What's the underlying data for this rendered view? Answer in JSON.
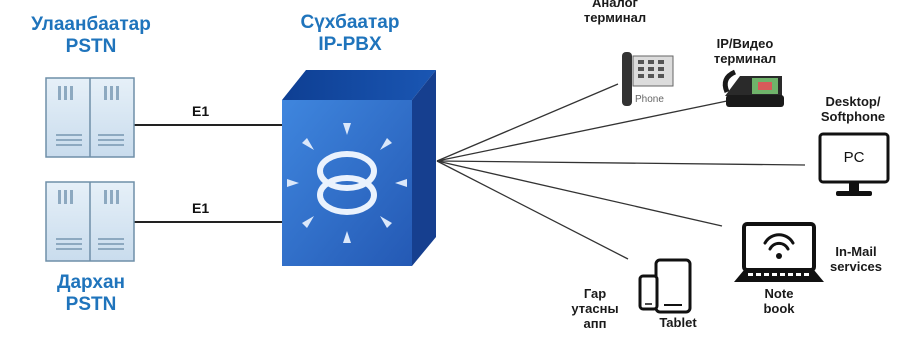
{
  "pstn_top": {
    "line1": "Улаанбаатар",
    "line2": "PSTN"
  },
  "pstn_bottom": {
    "line1": "Дархан",
    "line2": "PSTN"
  },
  "pbx": {
    "line1": "Сүхбаатар",
    "line2": "IP-PBX"
  },
  "links": {
    "e1_top": "E1",
    "e1_bottom": "E1"
  },
  "analog": {
    "line1": "Аналог",
    "line2": "терминал",
    "phone_text": "Phone"
  },
  "ipvideo": {
    "line1": "IP/Видео",
    "line2": "терминал"
  },
  "desktop": {
    "line1": "Desktop/",
    "line2": "Softphone",
    "screen_text": "PC"
  },
  "notebook": {
    "line1": "Note",
    "line2": "book"
  },
  "inmail": {
    "line1": "In-Mail",
    "line2": "services"
  },
  "tablet": {
    "label": "Tablet"
  },
  "mobile": {
    "line1": "Гар",
    "line2": "утасны",
    "line3": "апп"
  },
  "colors": {
    "title_blue": "#1f74bc",
    "pbx_blue": "#2e6fcb",
    "server_face": "#dce9f4",
    "line": "#222222"
  }
}
